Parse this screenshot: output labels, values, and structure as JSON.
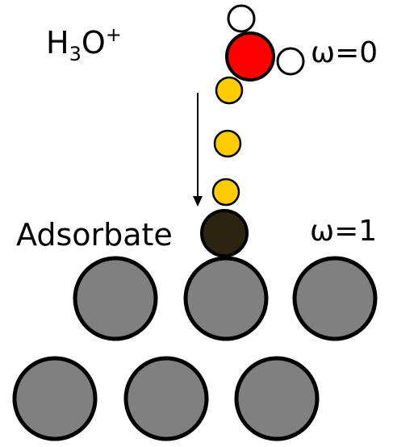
{
  "labels": {
    "h3o_main": "H",
    "h3o_sub": "3",
    "h3o_o": "O",
    "h3o_sup": "+",
    "omega_top": "ω=0",
    "omega_bottom": "ω=1",
    "adsorbate": "Adsorbate"
  },
  "colors": {
    "oxygen": "#ff0000",
    "hydrogen": "#ffffff",
    "path_beads": "#ffcc00",
    "adsorbate": "#2b2410",
    "surface_atom": "#808080",
    "outline": "#000000"
  }
}
